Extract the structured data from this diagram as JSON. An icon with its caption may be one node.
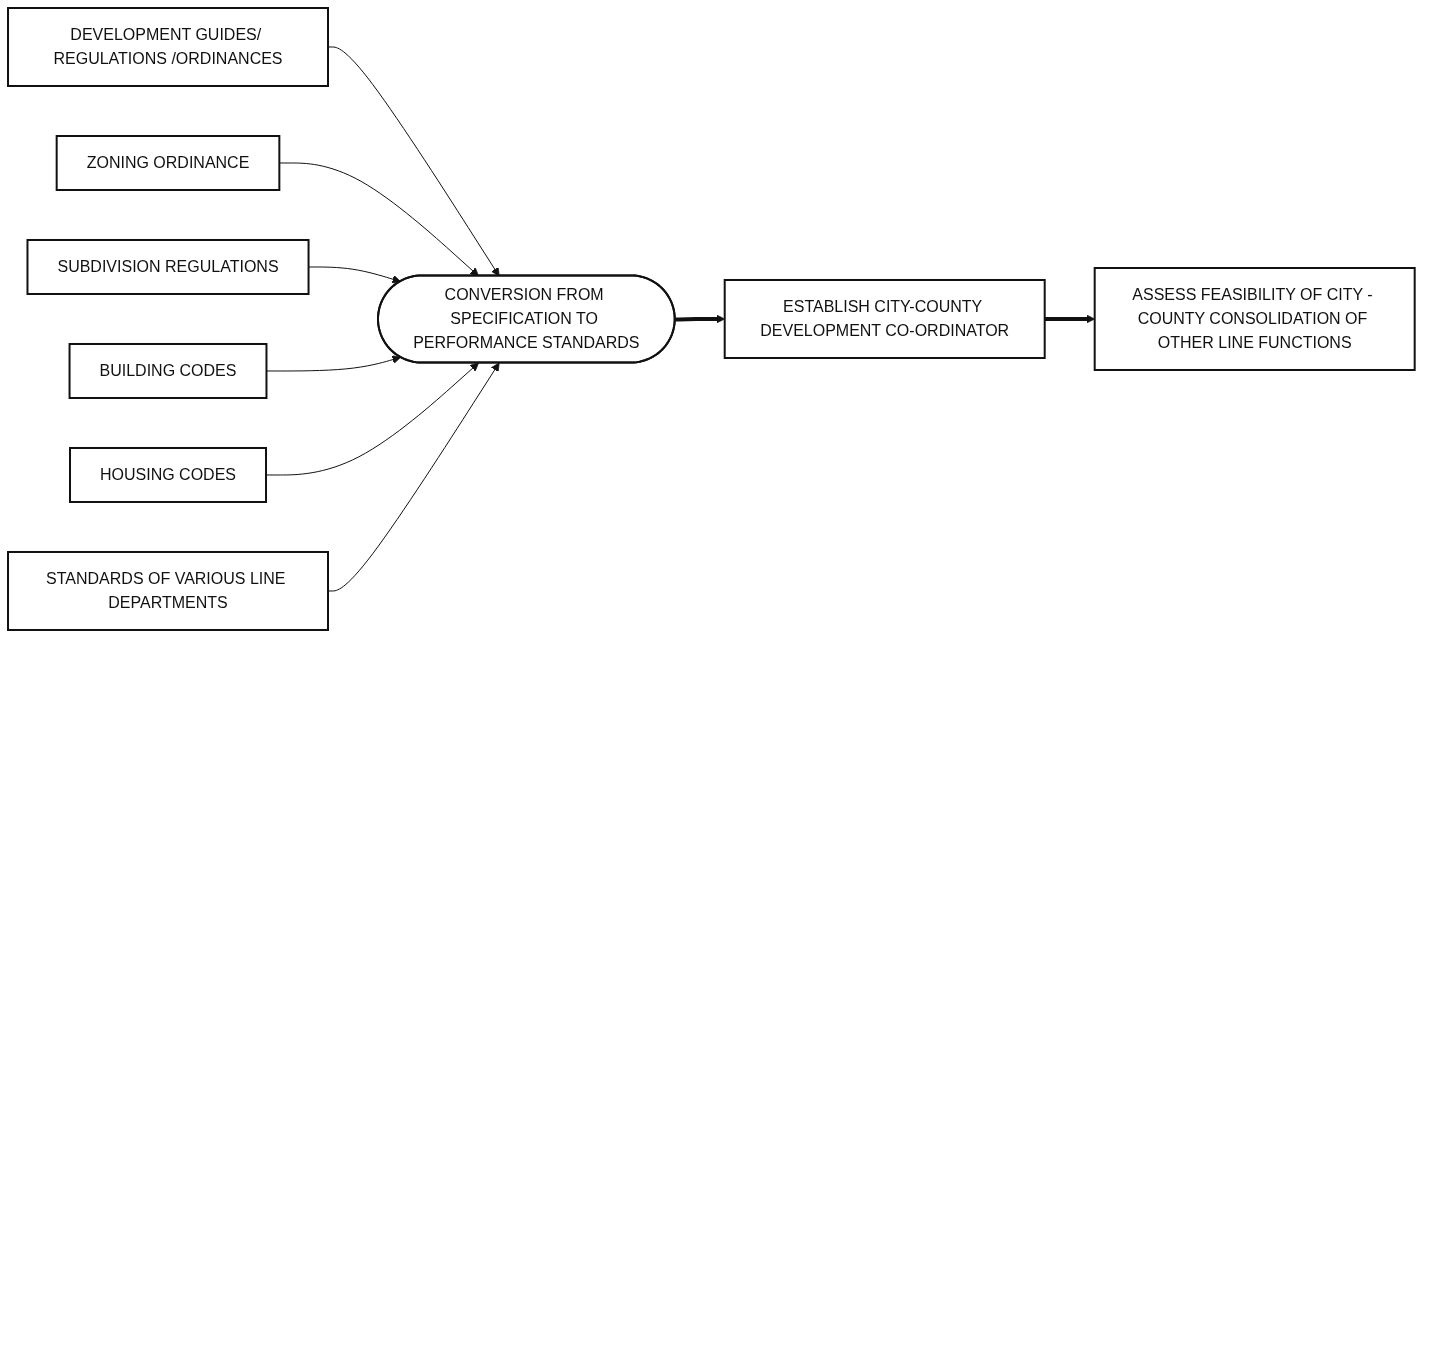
{
  "diagram": {
    "nodes": [
      {
        "text": [
          "DEVELOPMENT GUIDES/ REGULATIONS /ORDINANCES"
        ]
      },
      {
        "text": [
          "ZONING ORDINANCE"
        ]
      },
      {
        "text": [
          "SUBDIVISION REGULATIONS"
        ]
      },
      {
        "text": [
          "BUILDING CODES"
        ]
      },
      {
        "text": [
          "HOUSING CODES"
        ]
      },
      {
        "text": [
          "STANDARDS OF VARIOUS LINE DEPARTMENTS"
        ]
      },
      {
        "text": [
          "CONVERSION FROM SPECIFICATION TO PERFORMANCE STANDARDS"
        ]
      },
      {
        "text": [
          "ESTABLISH CITY-COUNTY DEVELOPMENT CO-ORDINATOR"
        ]
      },
      {
        "text": [
          "ASSESS FEASIBILITY OF CITY - COUNTY CONSOLIDATION OF OTHER LINE FUNCTIONS"
        ]
      }
    ],
    "edges": [
      {
        "from": 0,
        "to": 6,
        "arrow": "to"
      },
      {
        "from": 1,
        "to": 6,
        "arrow": "to"
      },
      {
        "from": 2,
        "to": 6,
        "arrow": "to"
      },
      {
        "from": 3,
        "to": 6,
        "arrow": "to"
      },
      {
        "from": 4,
        "to": 6,
        "arrow": "to"
      },
      {
        "from": 5,
        "to": 6,
        "arrow": "to"
      },
      {
        "from": 6,
        "to": 7,
        "arrow": "to",
        "style": "thick"
      },
      {
        "from": 7,
        "to": 8,
        "arrow": "to",
        "style": "thick"
      }
    ]
  }
}
